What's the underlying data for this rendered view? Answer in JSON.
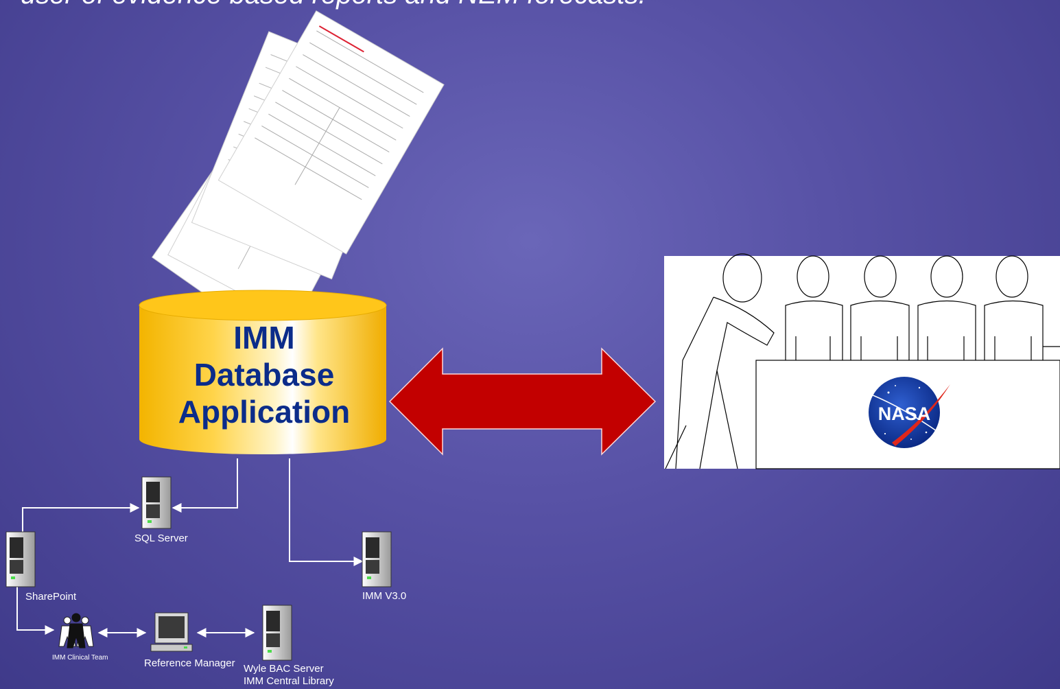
{
  "slide": {
    "headline": "user of evidence based reports and NEM forecasts."
  },
  "database": {
    "line1": "IMM",
    "line2": "Database",
    "line3": "Application"
  },
  "servers": {
    "sql": "SQL Server",
    "sharepoint": "SharePoint",
    "imm_v3": "IMM V3.0",
    "wyle_line1": "Wyle BAC Server",
    "wyle_line2": "IMM Central Library"
  },
  "team": {
    "clinical": "IMM Clinical Team",
    "reference": "Reference Manager"
  },
  "logo": {
    "text": "NASA"
  },
  "colors": {
    "background": "#5a55aa",
    "cylinder": "#f6c000",
    "arrow": "#c00000",
    "title_text": "#0b2c8a"
  }
}
